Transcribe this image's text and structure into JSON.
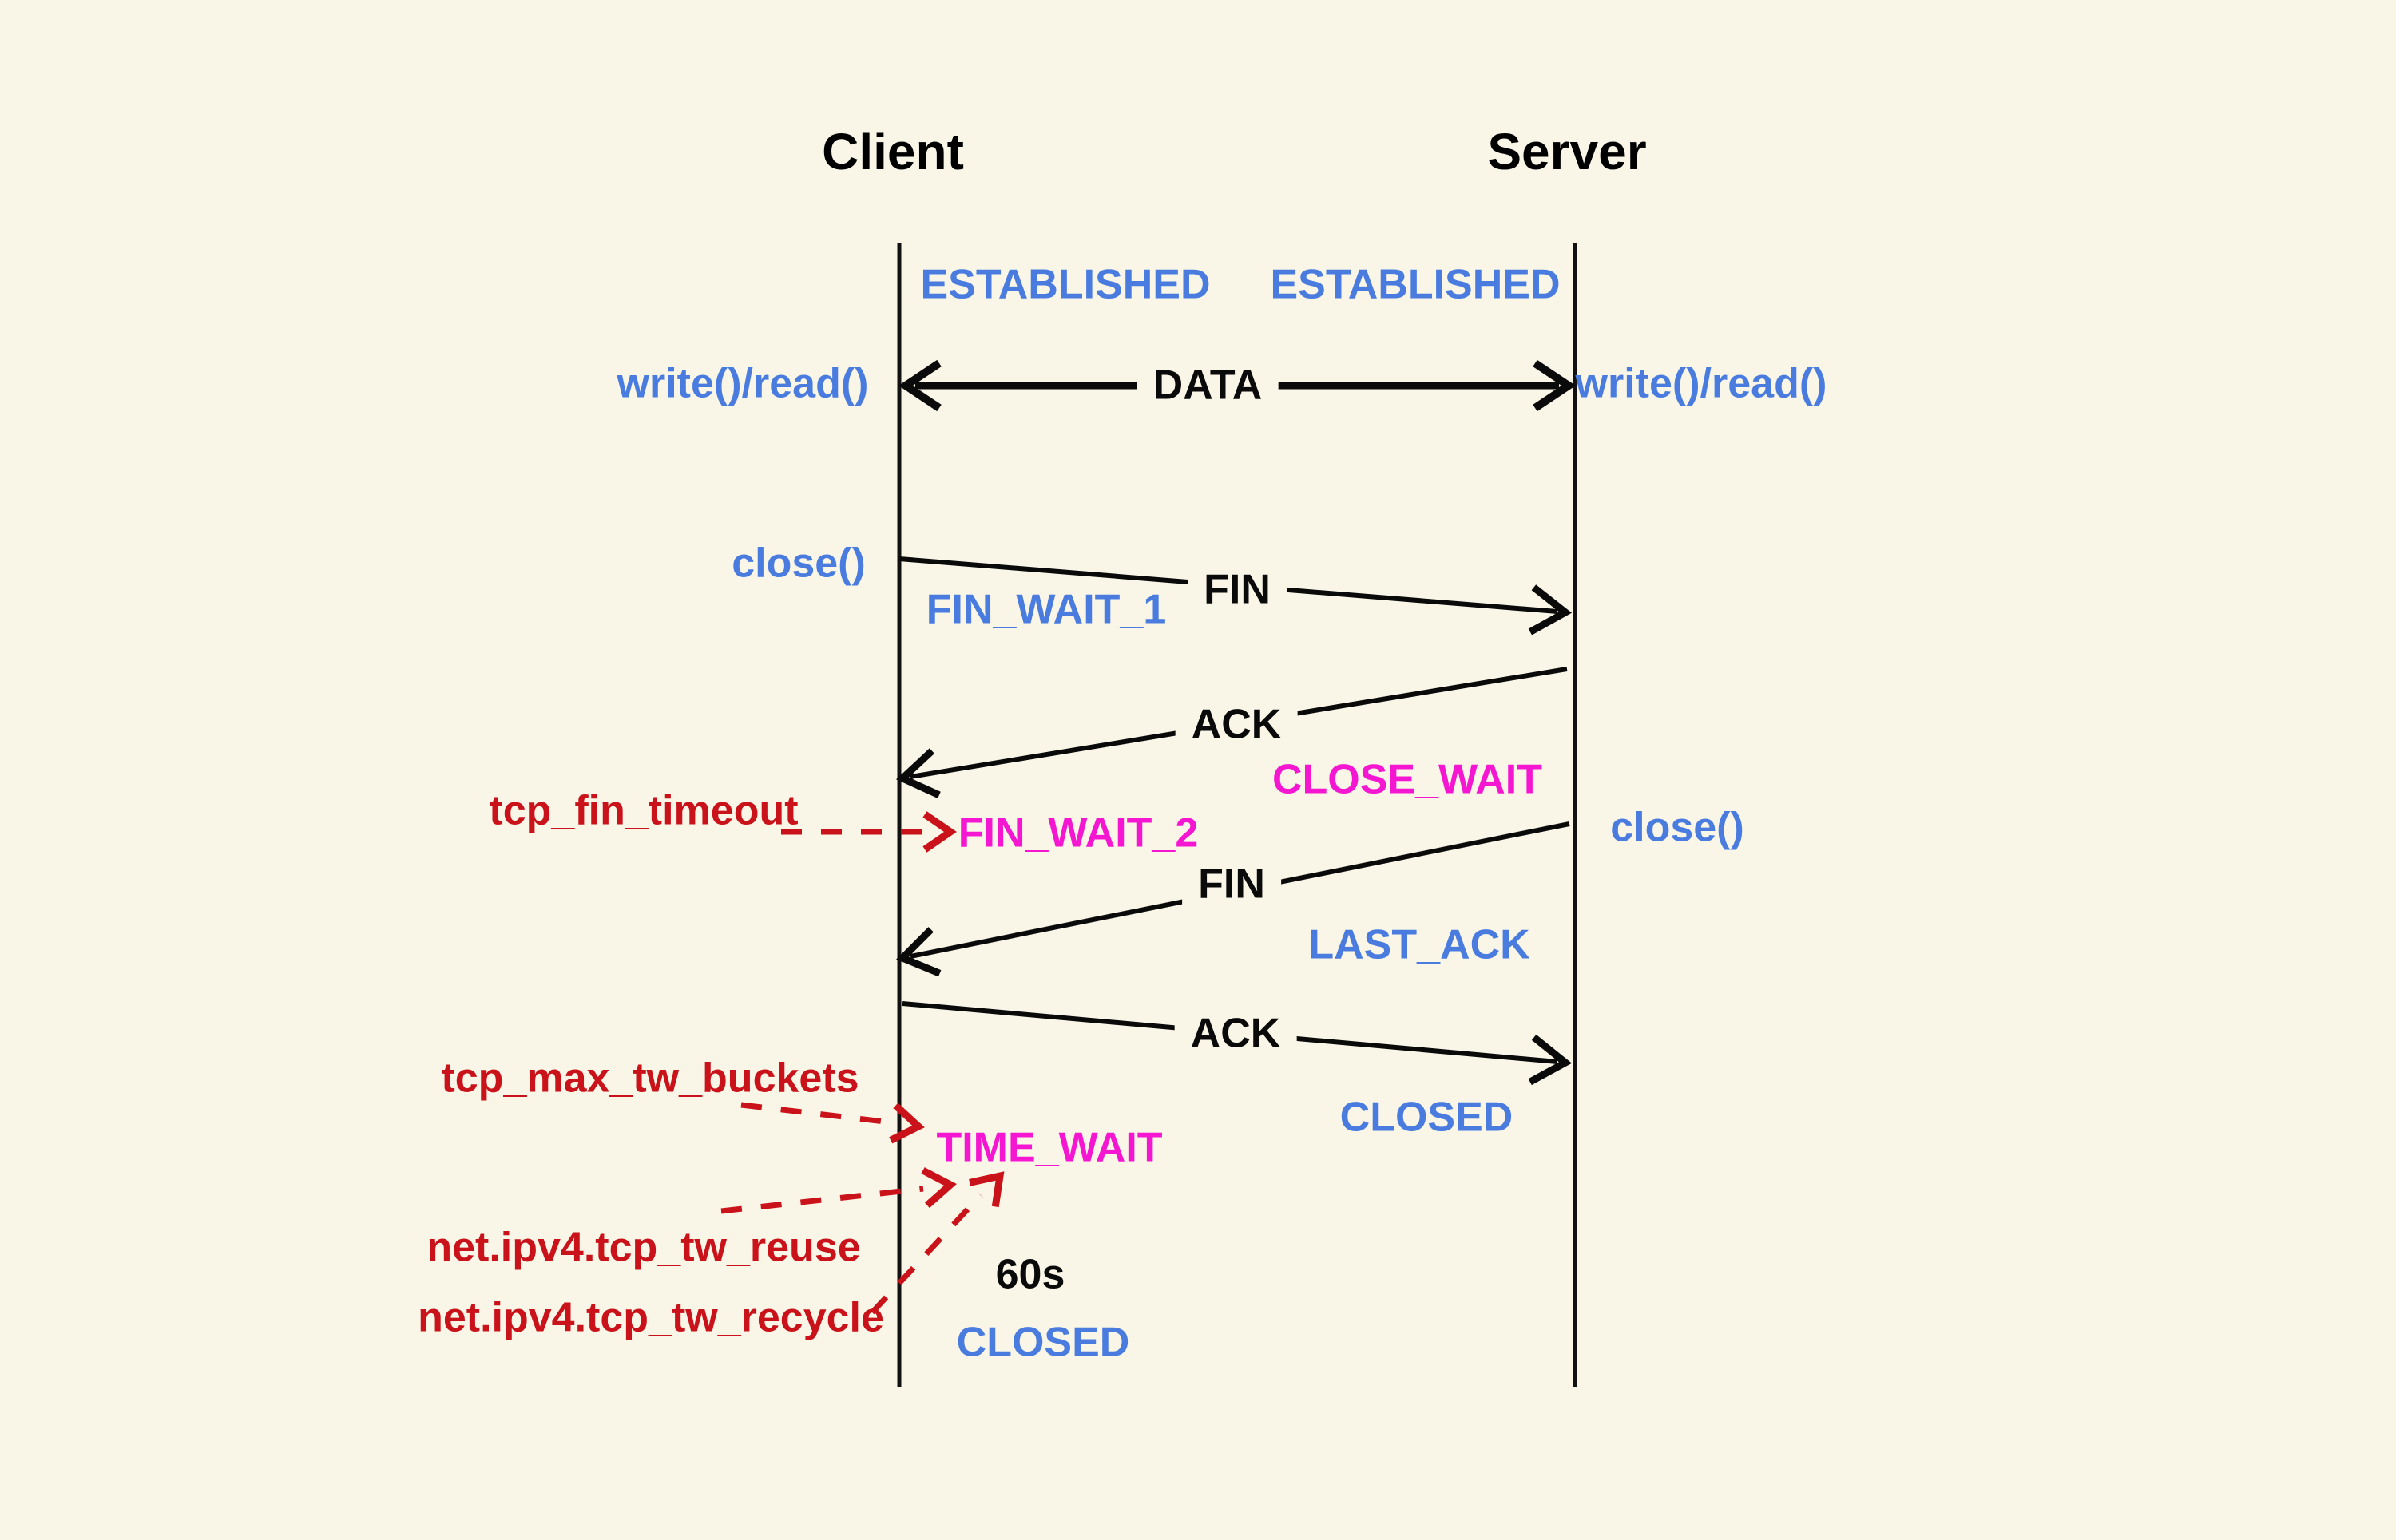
{
  "colors": {
    "background": "#f9f6e7",
    "blue": "#4a7ce0",
    "magenta": "#f516d2",
    "red": "#c9121a",
    "line_black": "#111111"
  },
  "actors": {
    "client": "Client",
    "server": "Server"
  },
  "calls": {
    "write_read_client": "write()/read()",
    "write_read_server": "write()/read()",
    "close_client": "close()",
    "close_server": "close()"
  },
  "messages": {
    "data": "DATA",
    "fin_1": "FIN",
    "ack_1": "ACK",
    "fin_2": "FIN",
    "ack_2": "ACK"
  },
  "states": {
    "established_client": "ESTABLISHED",
    "established_server": "ESTABLISHED",
    "fin_wait_1": "FIN_WAIT_1",
    "close_wait": "CLOSE_WAIT",
    "fin_wait_2": "FIN_WAIT_2",
    "last_ack": "LAST_ACK",
    "time_wait": "TIME_WAIT",
    "closed_server": "CLOSED",
    "closed_client": "CLOSED"
  },
  "annotations": {
    "tcp_fin_timeout": "tcp_fin_timeout",
    "tcp_max_tw_buckets": "tcp_max_tw_buckets",
    "tcp_tw_reuse": "net.ipv4.tcp_tw_reuse",
    "tcp_tw_recycle": "net.ipv4.tcp_tw_recycle",
    "time_wait_duration": "60s"
  }
}
